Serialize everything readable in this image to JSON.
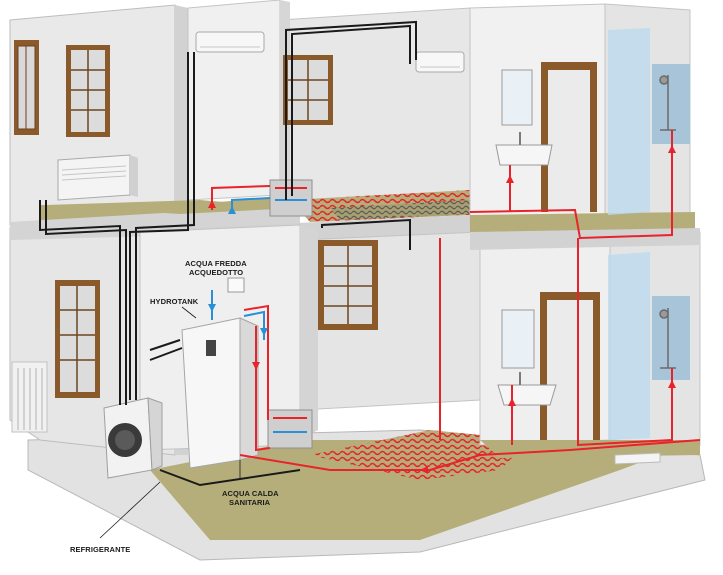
{
  "labels": {
    "acqua_fredda_line1": "ACQUA FREDDA",
    "acqua_fredda_line2": "ACQUEDOTTO",
    "hydrotank": "HYDROTANK",
    "acqua_calda_line1": "ACQUA CALDA",
    "acqua_calda_line2": "SANITARIA",
    "refrigerante": "REFRIGERANTE"
  },
  "colors": {
    "hot_pipe": "#e8232a",
    "cold_pipe": "#2a8fd6",
    "refrigerant_pipe": "#1a1a1a",
    "wall": "#e6e6e6",
    "wall_shade": "#cfcfcf",
    "floor": "#b5ae7a",
    "wood": "#8a5a2b",
    "glass": "#bcd9ee"
  },
  "icons": [
    "air-conditioner-icon",
    "floor-console-icon",
    "heat-pump-outdoor-unit-icon",
    "hydrotank-icon",
    "manifold-icon",
    "sink-icon",
    "shower-icon",
    "door-icon",
    "window-icon"
  ]
}
